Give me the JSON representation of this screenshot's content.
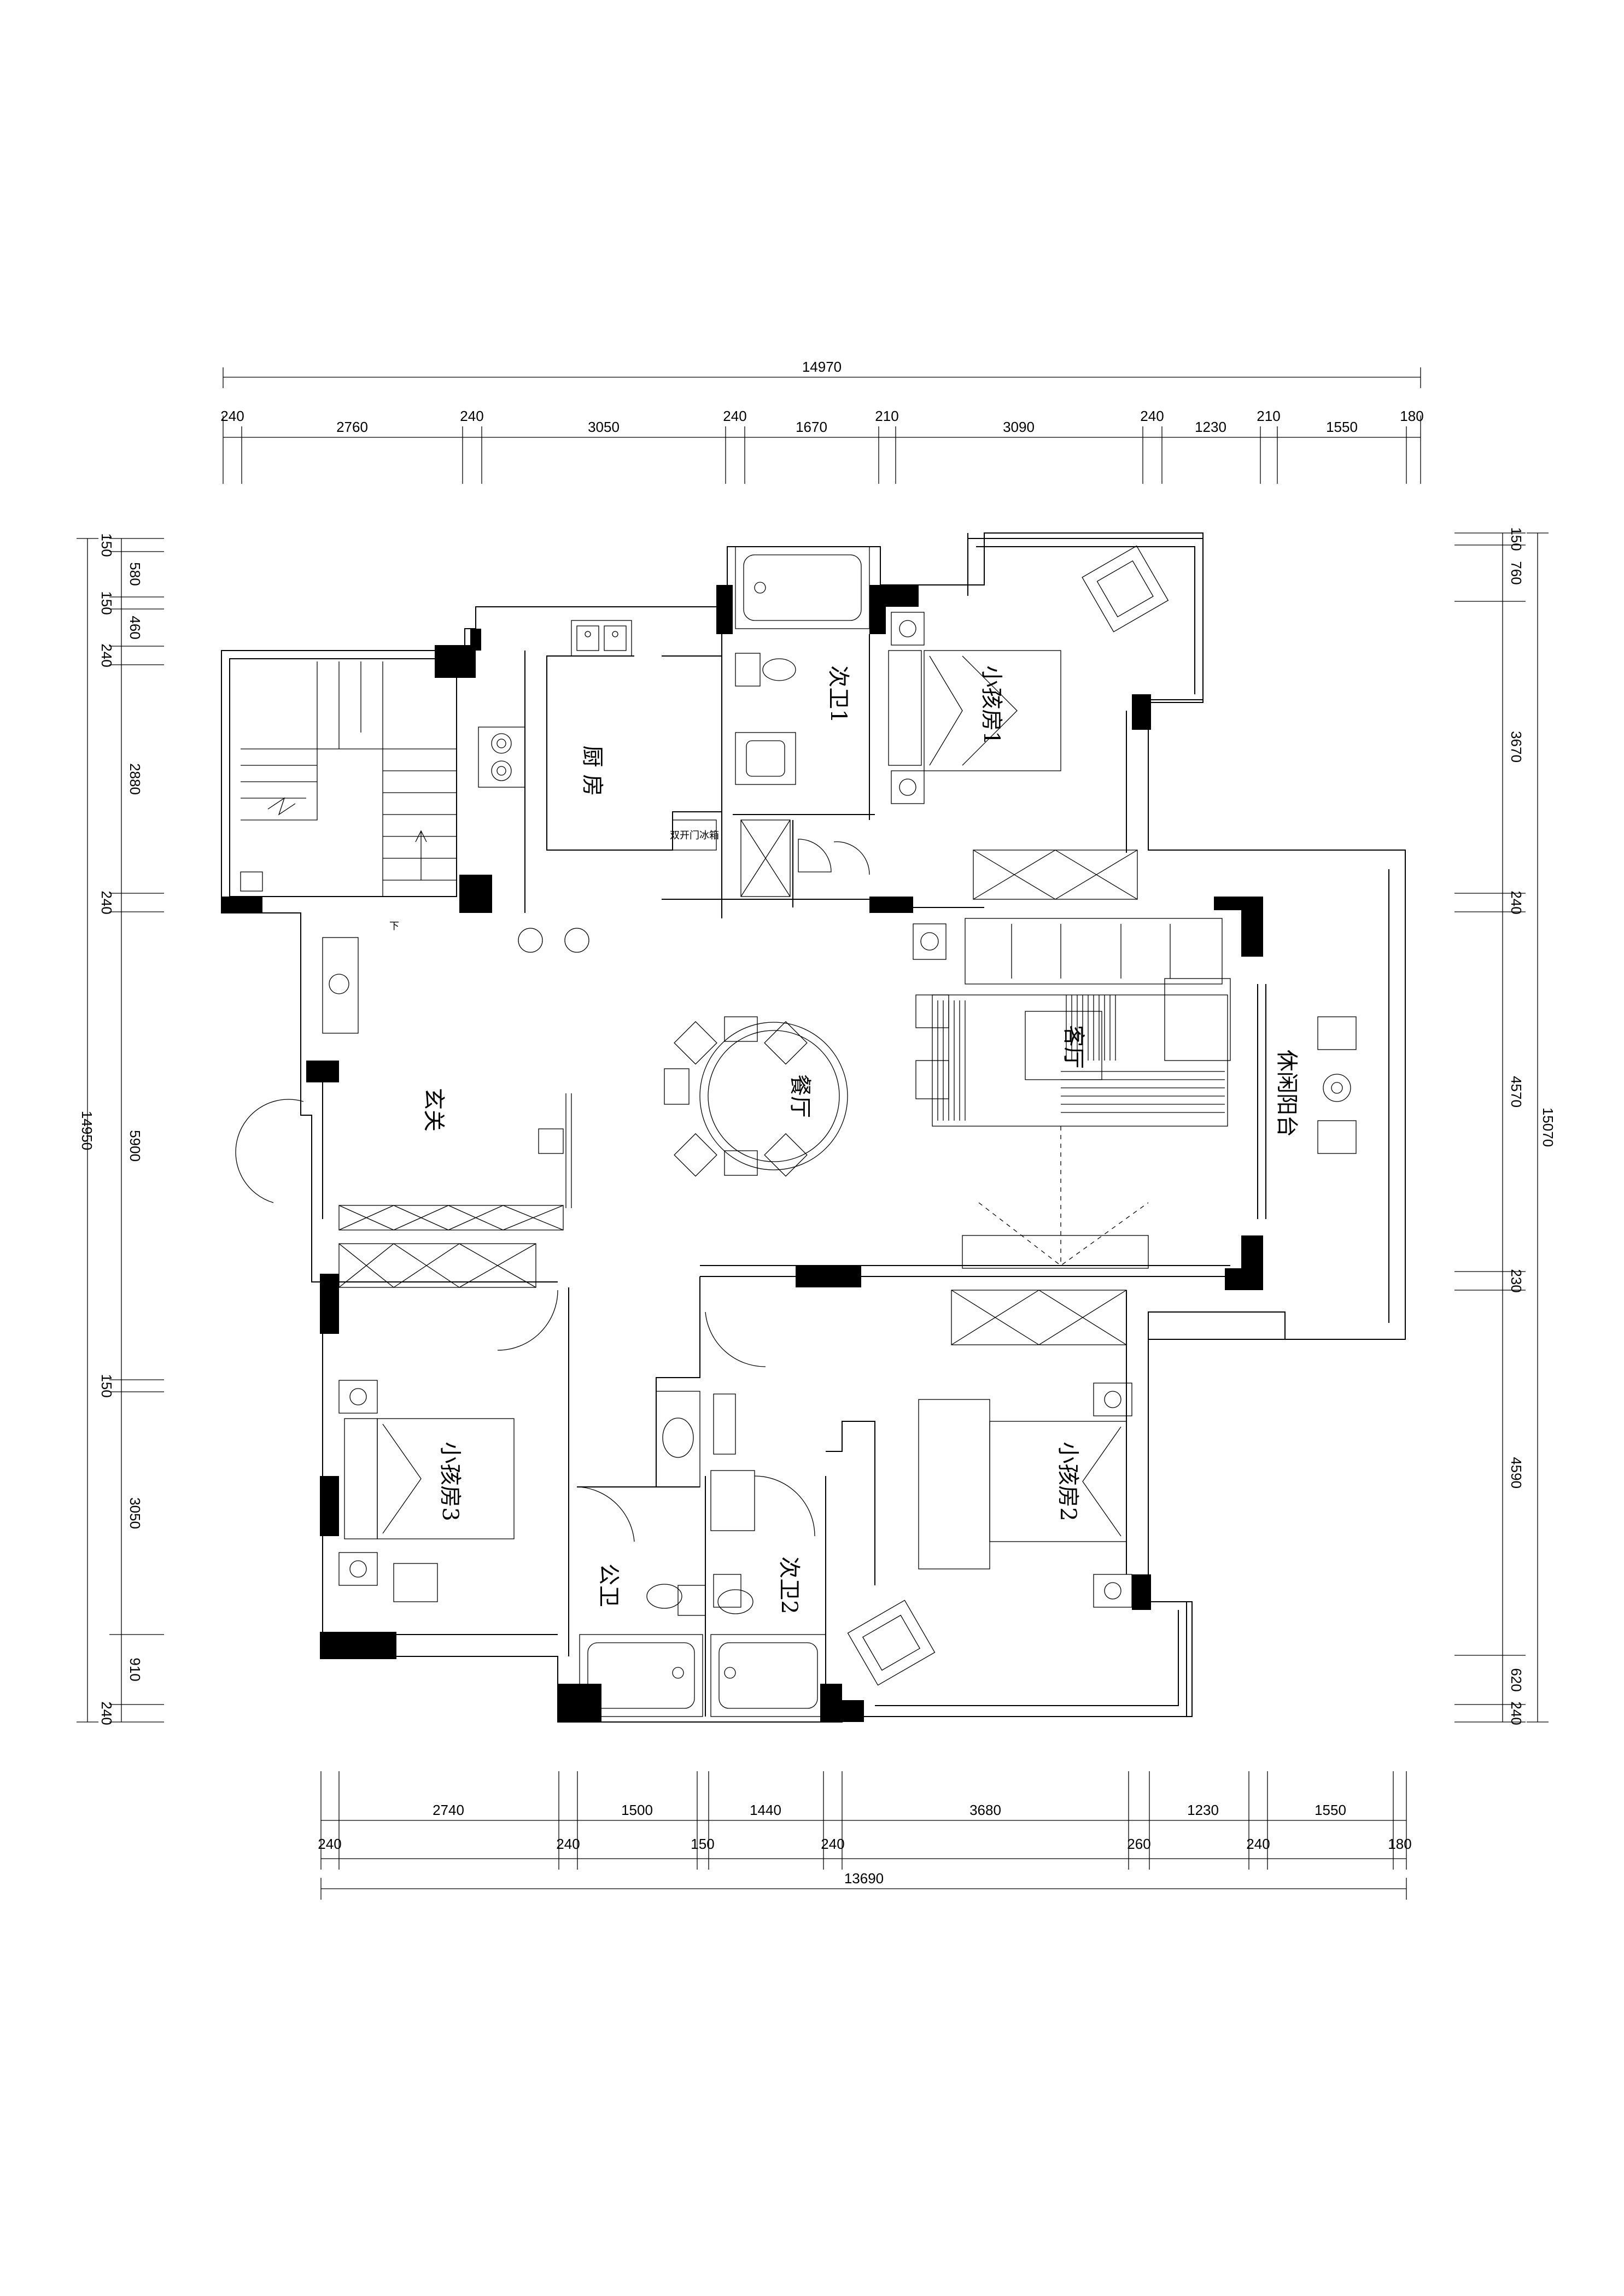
{
  "dimensions": {
    "top_total": "14970",
    "top": [
      "240",
      "2760",
      "240",
      "3050",
      "240",
      "1670",
      "210",
      "3090",
      "240",
      "1230",
      "210",
      "1550",
      "180"
    ],
    "bottom_upper": [
      "2740",
      "1500",
      "1440",
      "3680",
      "1230",
      "1550"
    ],
    "bottom_lower": [
      "240",
      "240",
      "150",
      "240",
      "260",
      "240",
      "180"
    ],
    "bottom_total": "13690",
    "left": [
      "150",
      "580",
      "150",
      "460",
      "240",
      "2880",
      "240",
      "5900",
      "150",
      "3050",
      "910",
      "240"
    ],
    "left_total": "14950",
    "right": [
      "150",
      "760",
      "3670",
      "240",
      "4570",
      "230",
      "4590",
      "620",
      "240"
    ],
    "right_total": "15070"
  },
  "rooms": {
    "kitchen": "厨 房",
    "bath1": "次卫1",
    "kid1": "小孩房1",
    "living": "客厅",
    "dining": "餐厅",
    "foyer": "玄关",
    "balcony": "休闲阳台",
    "kid3": "小孩房3",
    "public_wc": "公卫",
    "bath2": "次卫2",
    "kid2": "小孩房2",
    "stair_down": "下",
    "fridge": "双开门冰箱"
  }
}
